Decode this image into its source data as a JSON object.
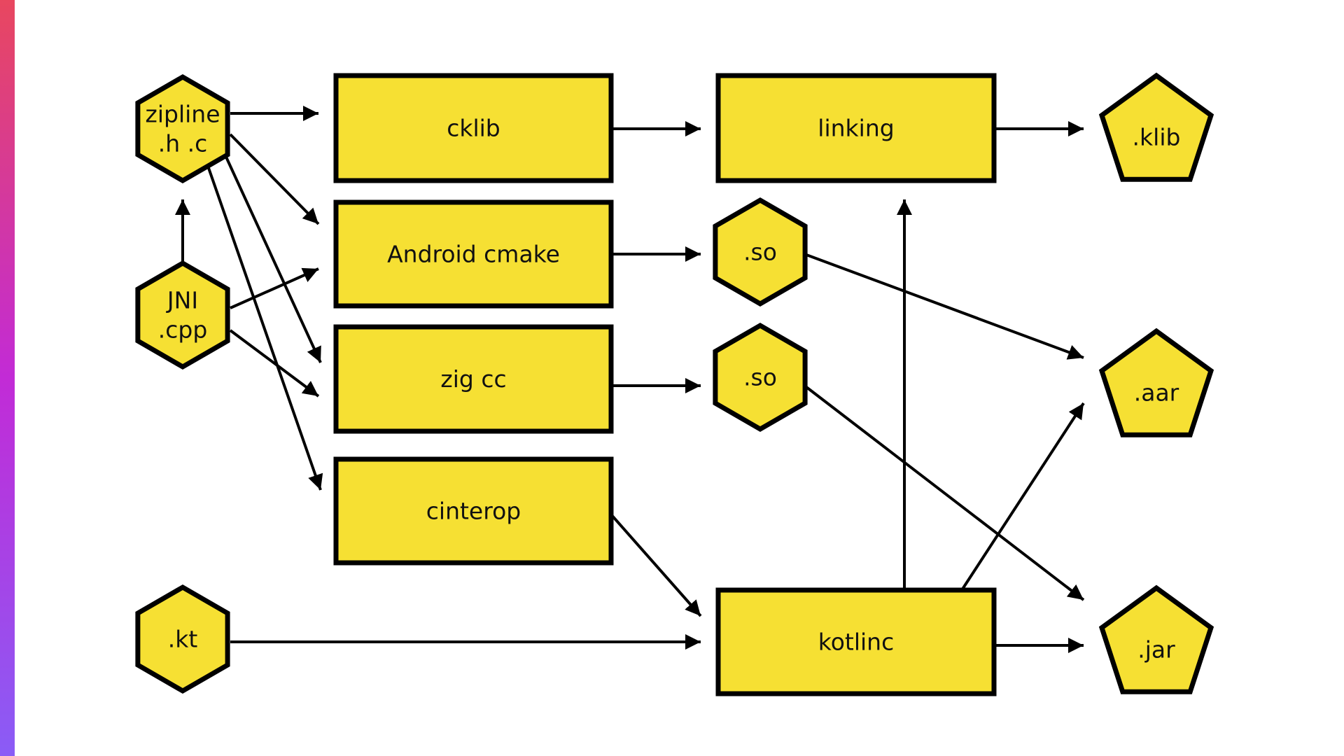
{
  "colors": {
    "node_fill": "#f6e033",
    "node_stroke": "#000000",
    "edge": "#000000",
    "background": "#ffffff",
    "accent_gradient": [
      "#e8475f",
      "#c22bd6",
      "#8a5cf6"
    ]
  },
  "nodes": {
    "zipline": {
      "shape": "hexagon",
      "lines": [
        "zipline",
        ".h .c"
      ]
    },
    "jni": {
      "shape": "hexagon",
      "lines": [
        "JNI",
        ".cpp"
      ]
    },
    "kt": {
      "shape": "hexagon",
      "lines": [
        ".kt"
      ]
    },
    "cklib": {
      "shape": "rectangle",
      "lines": [
        "cklib"
      ]
    },
    "android_cmake": {
      "shape": "rectangle",
      "lines": [
        "Android cmake"
      ]
    },
    "zig_cc": {
      "shape": "rectangle",
      "lines": [
        "zig cc"
      ]
    },
    "cinterop": {
      "shape": "rectangle",
      "lines": [
        "cinterop"
      ]
    },
    "linking": {
      "shape": "rectangle",
      "lines": [
        "linking"
      ]
    },
    "so_android": {
      "shape": "hexagon",
      "lines": [
        ".so"
      ]
    },
    "so_zig": {
      "shape": "hexagon",
      "lines": [
        ".so"
      ]
    },
    "kotlinc": {
      "shape": "rectangle",
      "lines": [
        "kotlinc"
      ]
    },
    "klib": {
      "shape": "pentagon",
      "lines": [
        ".klib"
      ]
    },
    "aar": {
      "shape": "pentagon",
      "lines": [
        ".aar"
      ]
    },
    "jar": {
      "shape": "pentagon",
      "lines": [
        ".jar"
      ]
    }
  },
  "edges": [
    {
      "from": "zipline",
      "to": "cklib"
    },
    {
      "from": "zipline",
      "to": "android_cmake"
    },
    {
      "from": "zipline",
      "to": "zig_cc"
    },
    {
      "from": "zipline",
      "to": "cinterop"
    },
    {
      "from": "jni",
      "to": "zipline"
    },
    {
      "from": "jni",
      "to": "android_cmake"
    },
    {
      "from": "jni",
      "to": "zig_cc"
    },
    {
      "from": "kt",
      "to": "kotlinc"
    },
    {
      "from": "cklib",
      "to": "linking"
    },
    {
      "from": "android_cmake",
      "to": "so_android"
    },
    {
      "from": "zig_cc",
      "to": "so_zig"
    },
    {
      "from": "cinterop",
      "to": "kotlinc"
    },
    {
      "from": "linking",
      "to": "klib"
    },
    {
      "from": "kotlinc",
      "to": "linking"
    },
    {
      "from": "kotlinc",
      "to": "aar"
    },
    {
      "from": "kotlinc",
      "to": "jar"
    },
    {
      "from": "so_android",
      "to": "aar"
    },
    {
      "from": "so_zig",
      "to": "jar"
    }
  ]
}
